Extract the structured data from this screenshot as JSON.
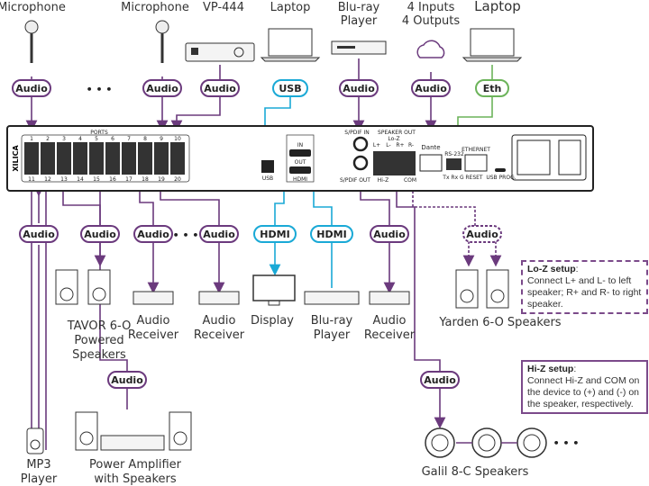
{
  "colors": {
    "audio": "#6b3a7d",
    "usb": "#1aa9d6",
    "hdmi": "#1aa9d6",
    "eth": "#6cb35a"
  },
  "top_labels": {
    "mic1": "Microphone",
    "mic2": "Microphone",
    "vp444": "VP-444",
    "laptop1": "Laptop",
    "bluray_l1": "Blu-ray",
    "bluray_l2": "Player",
    "dante_l1": "4 Inputs",
    "dante_l2": "4 Outputs",
    "laptop2": "Laptop"
  },
  "pills": {
    "audio": "Audio",
    "usb": "USB",
    "eth": "Eth",
    "hdmi": "HDMI"
  },
  "ellipsis": "• • •",
  "device": {
    "brand": "XILICA",
    "ports_label": "PORTS",
    "ports_top": [
      "1",
      "2",
      "3",
      "4",
      "5",
      "6",
      "7",
      "8",
      "9",
      "10"
    ],
    "ports_bottom": [
      "11",
      "12",
      "13",
      "14",
      "15",
      "16",
      "17",
      "18",
      "19",
      "20"
    ],
    "usb": "USB",
    "hdmi": "HDMI",
    "hdmi_in": "IN",
    "hdmi_out": "OUT",
    "spdif_in": "S/PDIF IN",
    "spdif_out": "S/PDIF OUT",
    "speaker_out": "SPEAKER OUT",
    "loz": "Lo-Z",
    "hiz": "Hi-Z",
    "com": "COM",
    "speaker_pins": [
      "L+",
      "L-",
      "R+",
      "R-"
    ],
    "dante": "Dante",
    "rs232": "RS-232",
    "rs232_pins": "Tx Rx G",
    "ethernet": "ETHERNET",
    "reset": "RESET",
    "usb_prog": "USB PROG."
  },
  "bottom_labels": {
    "tavor": [
      "TAVOR 6-O",
      "Powered",
      "Speakers"
    ],
    "receiver": [
      "Audio",
      "Receiver"
    ],
    "display": "Display",
    "bluray": [
      "Blu-ray",
      "Player"
    ],
    "yarden": "Yarden 6-O Speakers",
    "mp3": [
      "MP3",
      "Player"
    ],
    "amp": [
      "Power Amplifier",
      "with Speakers"
    ],
    "galil": "Galil 8-C Speakers"
  },
  "notes": {
    "loz_title": "Lo-Z setup",
    "loz_text": "Connect L+ and L- to left speaker; R+ and R- to right speaker.",
    "hiz_title": "Hi-Z setup",
    "hiz_text": "Connect Hi-Z and COM on the device to (+) and (-) on the speaker, respectively."
  }
}
